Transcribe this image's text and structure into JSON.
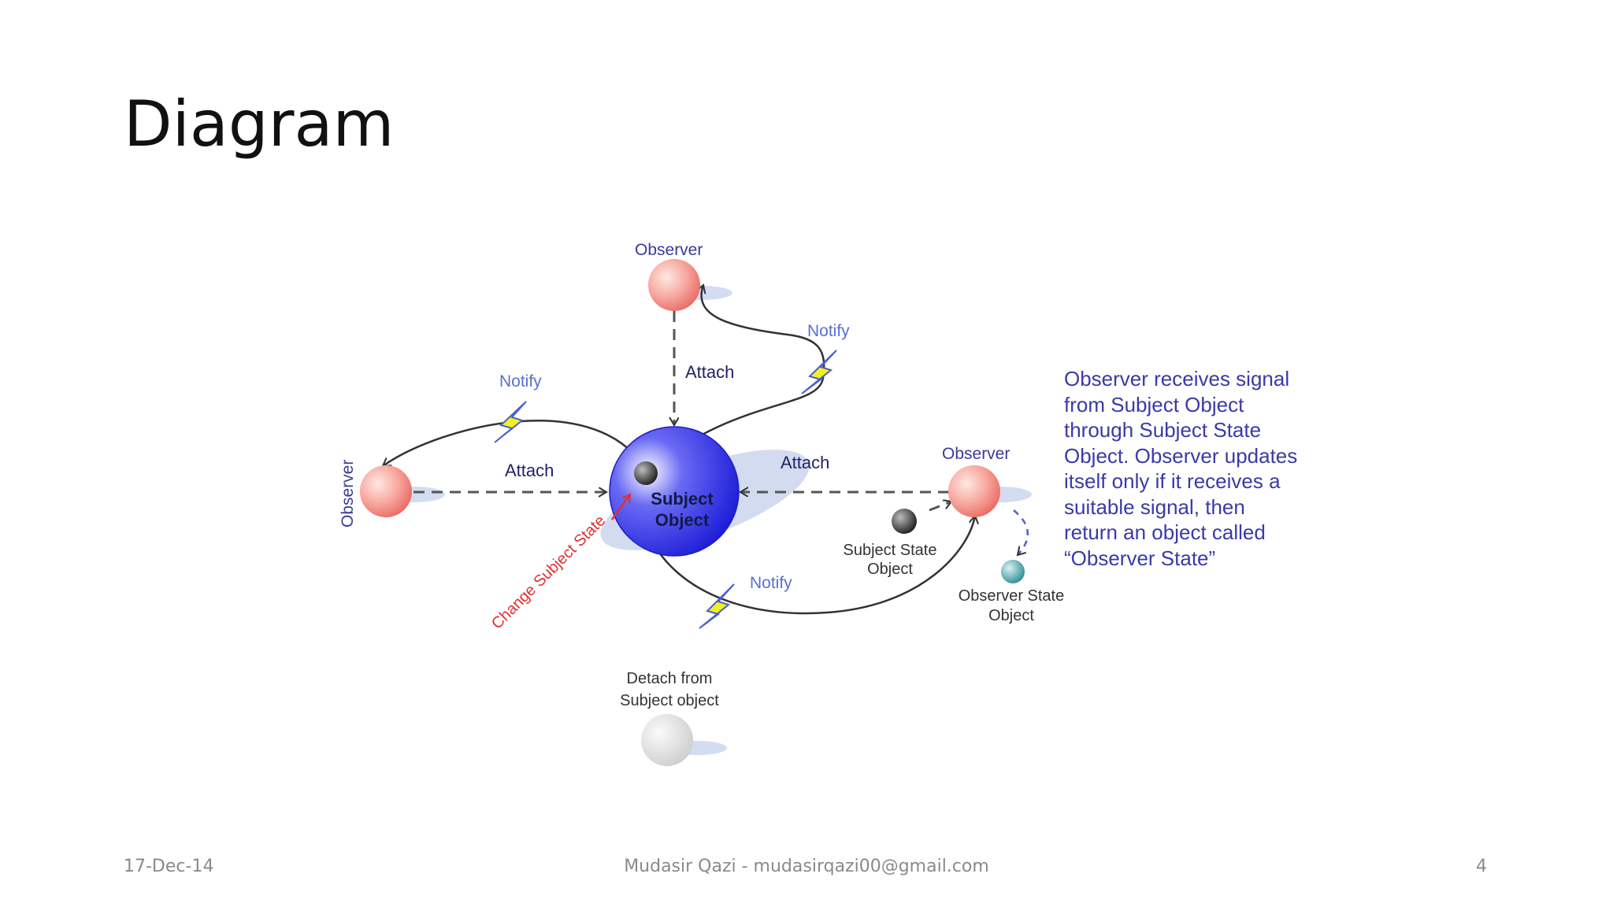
{
  "slide": {
    "title": "Diagram",
    "footer_date": "17-Dec-14",
    "footer_author": "Mudasir Qazi - mudasirqazi00@gmail.com",
    "footer_page": "4"
  },
  "diagram": {
    "observer_top": "Observer",
    "observer_left": "Observer",
    "observer_right": "Observer",
    "subject_line1": "Subject",
    "subject_line2": "Object",
    "attach_top": "Attach",
    "attach_left": "Attach",
    "attach_right": "Attach",
    "notify_top_right": "Notify",
    "notify_left": "Notify",
    "notify_bottom": "Notify",
    "change_state": "Change Subject State",
    "subject_state_line1": "Subject State",
    "subject_state_line2": "Object",
    "observer_state_line1": "Observer State",
    "observer_state_line2": "Object",
    "detach_line1": "Detach from",
    "detach_line2": "Subject object",
    "description_lines": [
      "Observer receives signal",
      "from Subject Object",
      "through Subject State",
      "Object. Observer updates",
      "itself only if it receives a",
      "suitable signal, then",
      "return an object called",
      "“Observer State”"
    ]
  }
}
